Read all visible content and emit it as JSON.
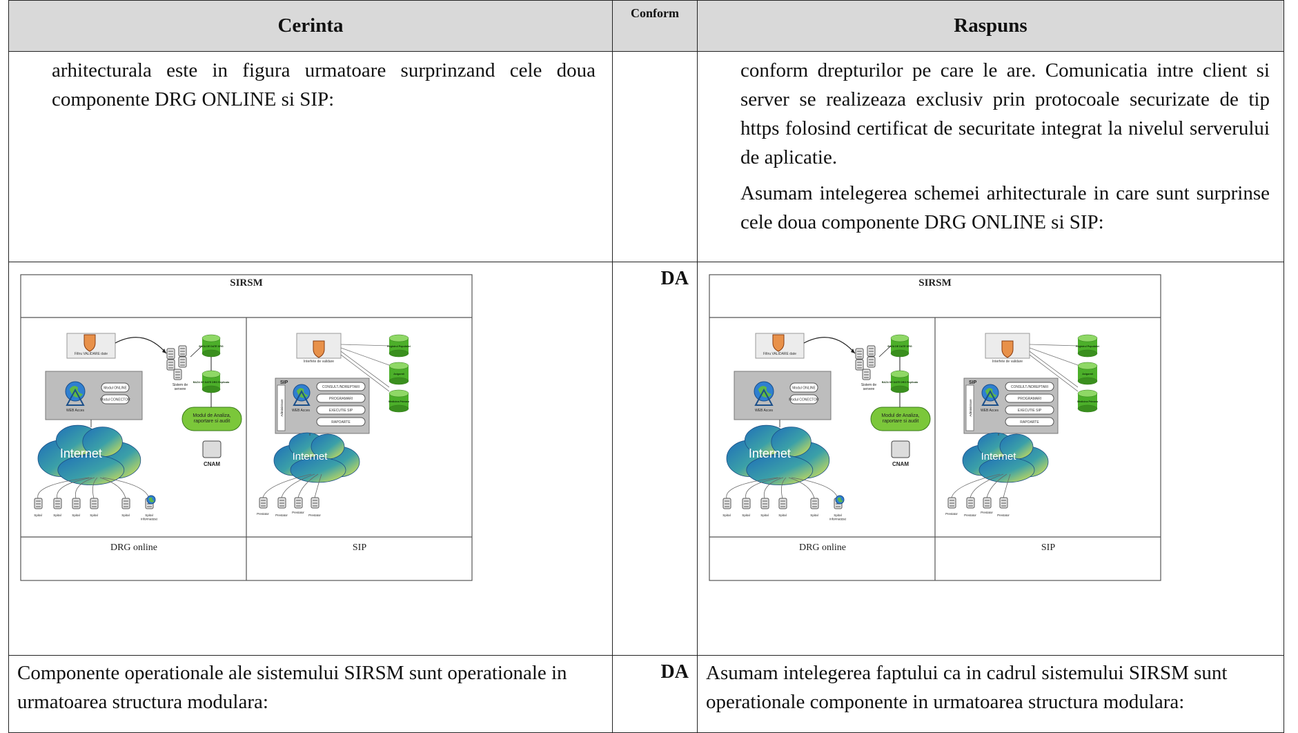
{
  "table": {
    "headers": {
      "cerinta": "Cerinta",
      "conform": "Conform",
      "raspuns": "Raspuns"
    },
    "row1": {
      "cerinta": "arhitecturala este in figura urmatoare surprinzand cele doua componente DRG ONLINE si SIP:",
      "conform": "",
      "raspuns_p1": "conform drepturilor pe care le are. Comunicatia intre client si server se realizeaza exclusiv prin protocoale securizate de tip https folosind certificat de securitate integrat la nivelul serverului de aplicatie.",
      "raspuns_p2": "Asumam intelegerea schemei arhitecturale in care sunt surprinse cele doua componente DRG ONLINE si SIP:"
    },
    "row2": {
      "conform": "DA"
    },
    "row3": {
      "cerinta": "Componente operationale ale sistemului SIRSM sunt operationale in urmatoarea structura modulara:",
      "conform": "DA",
      "raspuns": "Asumam intelegerea faptului ca in cadrul sistemului SIRSM sunt operationale  componente in urmatoarea structura modulara:"
    }
  },
  "diagram": {
    "title": "SIRSM",
    "left_label": "DRG online",
    "right_label": "SIP",
    "filter_label": "Filtru VALIDARE date",
    "server_system": "Sistem de servere",
    "db_drg": "BAZA DE DATE DRG",
    "db_drg_replica": "BAZA DE DATE DRG Replicata",
    "module_online": "Modul ONLINE",
    "module_connector": "Modul CONECTOR",
    "web_access": "WEB Acces",
    "analysis_module": "Modul de Analiza, raportare si audit",
    "internet": "Internet",
    "cnam": "CNAM",
    "hospital": "Spital",
    "hospital_it": "Spital informatizat",
    "validation_interfaces": "Interfete de validare",
    "sip_label": "SIP",
    "admin_label": "Administrare",
    "registry": "Registrul Populatiei",
    "insured": "Asigurati",
    "primary_care": "Medicina Primara",
    "sip_buttons": [
      "CONSULT./NDREPTARI",
      "PROGRAMARI",
      "EXECUTIE SIP",
      "RAPOARTE"
    ],
    "provider": "Prestator",
    "colors": {
      "db_green": "#4caf2a",
      "module_green": "#7bc73a",
      "box_gray": "#bdbdbd",
      "header_gray": "#d9d9d9"
    }
  }
}
